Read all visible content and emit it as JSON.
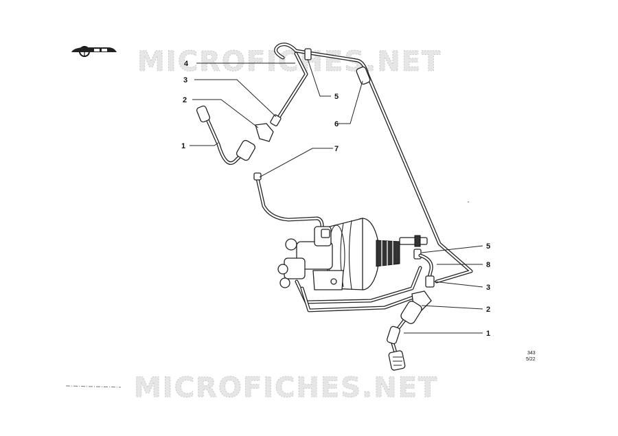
{
  "watermark": "MICROFICHES.NET",
  "callouts_top": [
    {
      "label": "4"
    },
    {
      "label": "3"
    },
    {
      "label": "2"
    },
    {
      "label": "1"
    },
    {
      "label": "5"
    },
    {
      "label": "6"
    },
    {
      "label": "7"
    }
  ],
  "callouts_right": [
    {
      "label": "5"
    },
    {
      "label": "8"
    },
    {
      "label": "3"
    },
    {
      "label": "2"
    },
    {
      "label": "1"
    }
  ],
  "reference": {
    "line1": "343",
    "line2": "5/22"
  }
}
